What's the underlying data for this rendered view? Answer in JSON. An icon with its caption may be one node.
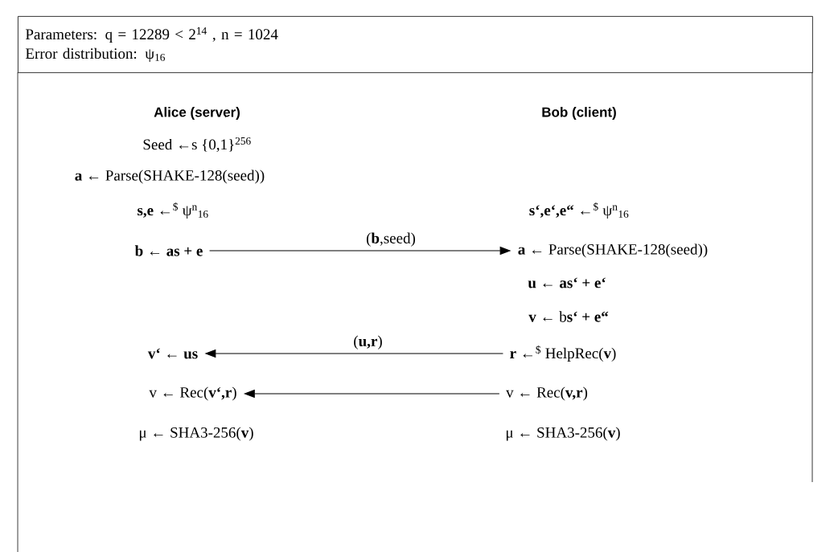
{
  "diagram": {
    "nodes": [
      {
        "text": [
          "Parameters: q = 12289 < 2$^{14}$ , n = 1024",
          "Error distribution: ψ$_{16}$"
        ]
      },
      {
        "text": [
          "**b** ← **as + e**"
        ]
      },
      {
        "text": [
          "**a** ← Parse(SHAKE-128(seed))"
        ]
      },
      {
        "text": [
          "**r** ←$^{$}$ HelpRec(**v**)"
        ]
      },
      {
        "text": [
          "**v‘** ← **us**"
        ]
      },
      {
        "text": [
          "v ← Rec(**v‘,r**)"
        ]
      },
      {
        "text": [
          "v ← Rec(**v,r**)"
        ]
      }
    ],
    "edges": [
      {
        "from": 1,
        "to": 2,
        "arrow": "to",
        "label": "(**b**,seed)"
      },
      {
        "from": 3,
        "to": 4,
        "arrow": "to",
        "label": "(**u,r**)"
      },
      {
        "from": 6,
        "to": 5,
        "arrow": "to"
      }
    ],
    "labels": [
      "Alice (server)",
      "Bob (client)",
      "Seed ←s  {0,1}$^{256}$",
      "**a** ← Parse(SHAKE-128(seed))",
      "**s,e** ←$^{$}$ ψ$^{n}$$_{16}$",
      "**s‘,e‘,e“** ←$^{$}$ ψ$^{n}$$_{16}$",
      "**u** ← **as‘ + e‘**",
      "**v** ← b**s‘ + e“**",
      "μ ← SHA3-256(**v**)",
      "μ ← SHA3-256(**v**)"
    ]
  }
}
